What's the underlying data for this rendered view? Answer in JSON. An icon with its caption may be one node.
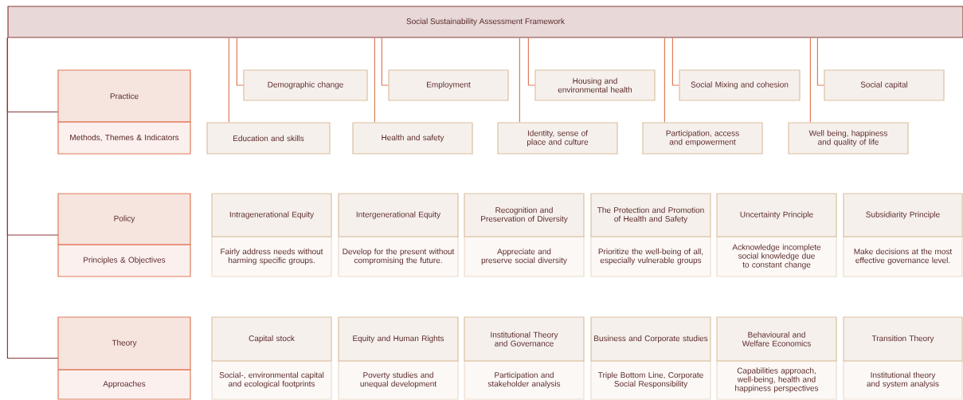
{
  "diagram": {
    "nodes": [
      {
        "text": [
          "Social Sustainability Assessment Framework"
        ]
      },
      {
        "text": [
          "Practice",
          "Methods, Themes & Indicators"
        ]
      },
      {
        "text": [
          "Demographic change"
        ]
      },
      {
        "text": [
          "Education and skills"
        ]
      },
      {
        "text": [
          "Employment"
        ]
      },
      {
        "text": [
          "Health and safety"
        ]
      },
      {
        "text": [
          "Housing and environmental health"
        ]
      },
      {
        "text": [
          "Identity, sense of place and culture"
        ]
      },
      {
        "text": [
          "Social Mixing and cohesion"
        ]
      },
      {
        "text": [
          "Participation, access and empowerment"
        ]
      },
      {
        "text": [
          "Social capital"
        ]
      },
      {
        "text": [
          "Well being, happiness and quality of life"
        ]
      },
      {
        "text": [
          "Policy",
          "Principles & Objectives"
        ]
      },
      {
        "text": [
          "Intragenerational Equity",
          "Fairly address needs without harming specific groups."
        ]
      },
      {
        "text": [
          "Intergenerational Equity",
          "Develop for the present without compromising the future."
        ]
      },
      {
        "text": [
          "Recognition and Preservation of Diversity",
          "Appreciate and preserve social diversity"
        ]
      },
      {
        "text": [
          "The Protection and Promotion of Health and Safety",
          "Prioritize the well-being of all, especially vulnerable groups"
        ]
      },
      {
        "text": [
          "Uncertainty Principle",
          "Acknowledge incomplete social knowledge due to constant change"
        ]
      },
      {
        "text": [
          "Subsidiarity Principle",
          "Make decisions at the most effective governance level."
        ]
      },
      {
        "text": [
          "Theory",
          "Approaches"
        ]
      },
      {
        "text": [
          "Capital stock",
          "Social-, environmental capital and ecological footprints"
        ]
      },
      {
        "text": [
          "Equity and Human Rights",
          "Poverty studies and unequal development"
        ]
      },
      {
        "text": [
          "Institutional Theory and Governance",
          "Participation and stakeholder analysis"
        ]
      },
      {
        "text": [
          "Business and Corporate studies",
          "Triple Bottom Line, Corporate Social Responsibility"
        ]
      },
      {
        "text": [
          "Behavioural and Welfare Economics",
          "Capabilities approach, well-being, health and happiness perspectives"
        ]
      },
      {
        "text": [
          "Transition Theory",
          "Institutional theory and system analysis"
        ]
      }
    ],
    "edges": [
      {
        "from": 0,
        "to": 1,
        "arrow": "none",
        "color": "#8b3a3a"
      },
      {
        "from": 0,
        "to": 2,
        "arrow": "none"
      },
      {
        "from": 0,
        "to": 3,
        "arrow": "none"
      },
      {
        "from": 0,
        "to": 4,
        "arrow": "none"
      },
      {
        "from": 0,
        "to": 5,
        "arrow": "none"
      },
      {
        "from": 0,
        "to": 6,
        "arrow": "none"
      },
      {
        "from": 0,
        "to": 7,
        "arrow": "none"
      },
      {
        "from": 0,
        "to": 8,
        "arrow": "none"
      },
      {
        "from": 0,
        "to": 9,
        "arrow": "none"
      },
      {
        "from": 0,
        "to": 10,
        "arrow": "none"
      },
      {
        "from": 0,
        "to": 11,
        "arrow": "none"
      },
      {
        "from": 0,
        "to": 12,
        "arrow": "none",
        "color": "#8b3a3a"
      },
      {
        "from": 0,
        "to": 19,
        "arrow": "none",
        "color": "#8b3a3a"
      }
    ]
  }
}
